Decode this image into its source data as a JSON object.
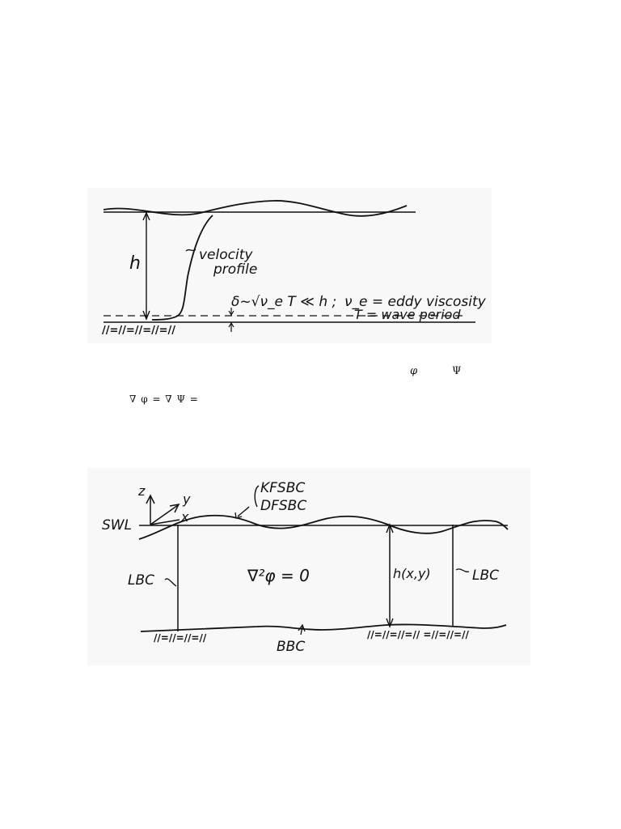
{
  "figure1": {
    "depth_label": "h",
    "velocity_label_line1": "velocity",
    "velocity_label_line2": "profile",
    "bl_equation": "δ~√ν_e T ≪ h ;",
    "eddy_def": "ν_e = eddy viscosity",
    "period_def": "T = wave period",
    "bottom_hatch": "//=//=//=//=//"
  },
  "text_symbols": {
    "phi": "φ",
    "psi": "Ψ",
    "equation": "∇ φ = ∇ Ψ ="
  },
  "figure2": {
    "axis_z": "z",
    "axis_y": "y",
    "axis_x": "x",
    "swl": "SWL",
    "kfsbc": "KFSBC",
    "dfsbc": "DFSBC",
    "lbc_left": "LBC",
    "laplace": "∇²φ = 0",
    "depth": "h(x,y)",
    "lbc_right": "LBC",
    "bbc": "BBC",
    "bottom_hatch_left": "//=//=//=//",
    "bottom_hatch_right": "//=//=//=// =//=//=//"
  },
  "colors": {
    "ink": "#111111",
    "paper": "#f8f8f8"
  }
}
